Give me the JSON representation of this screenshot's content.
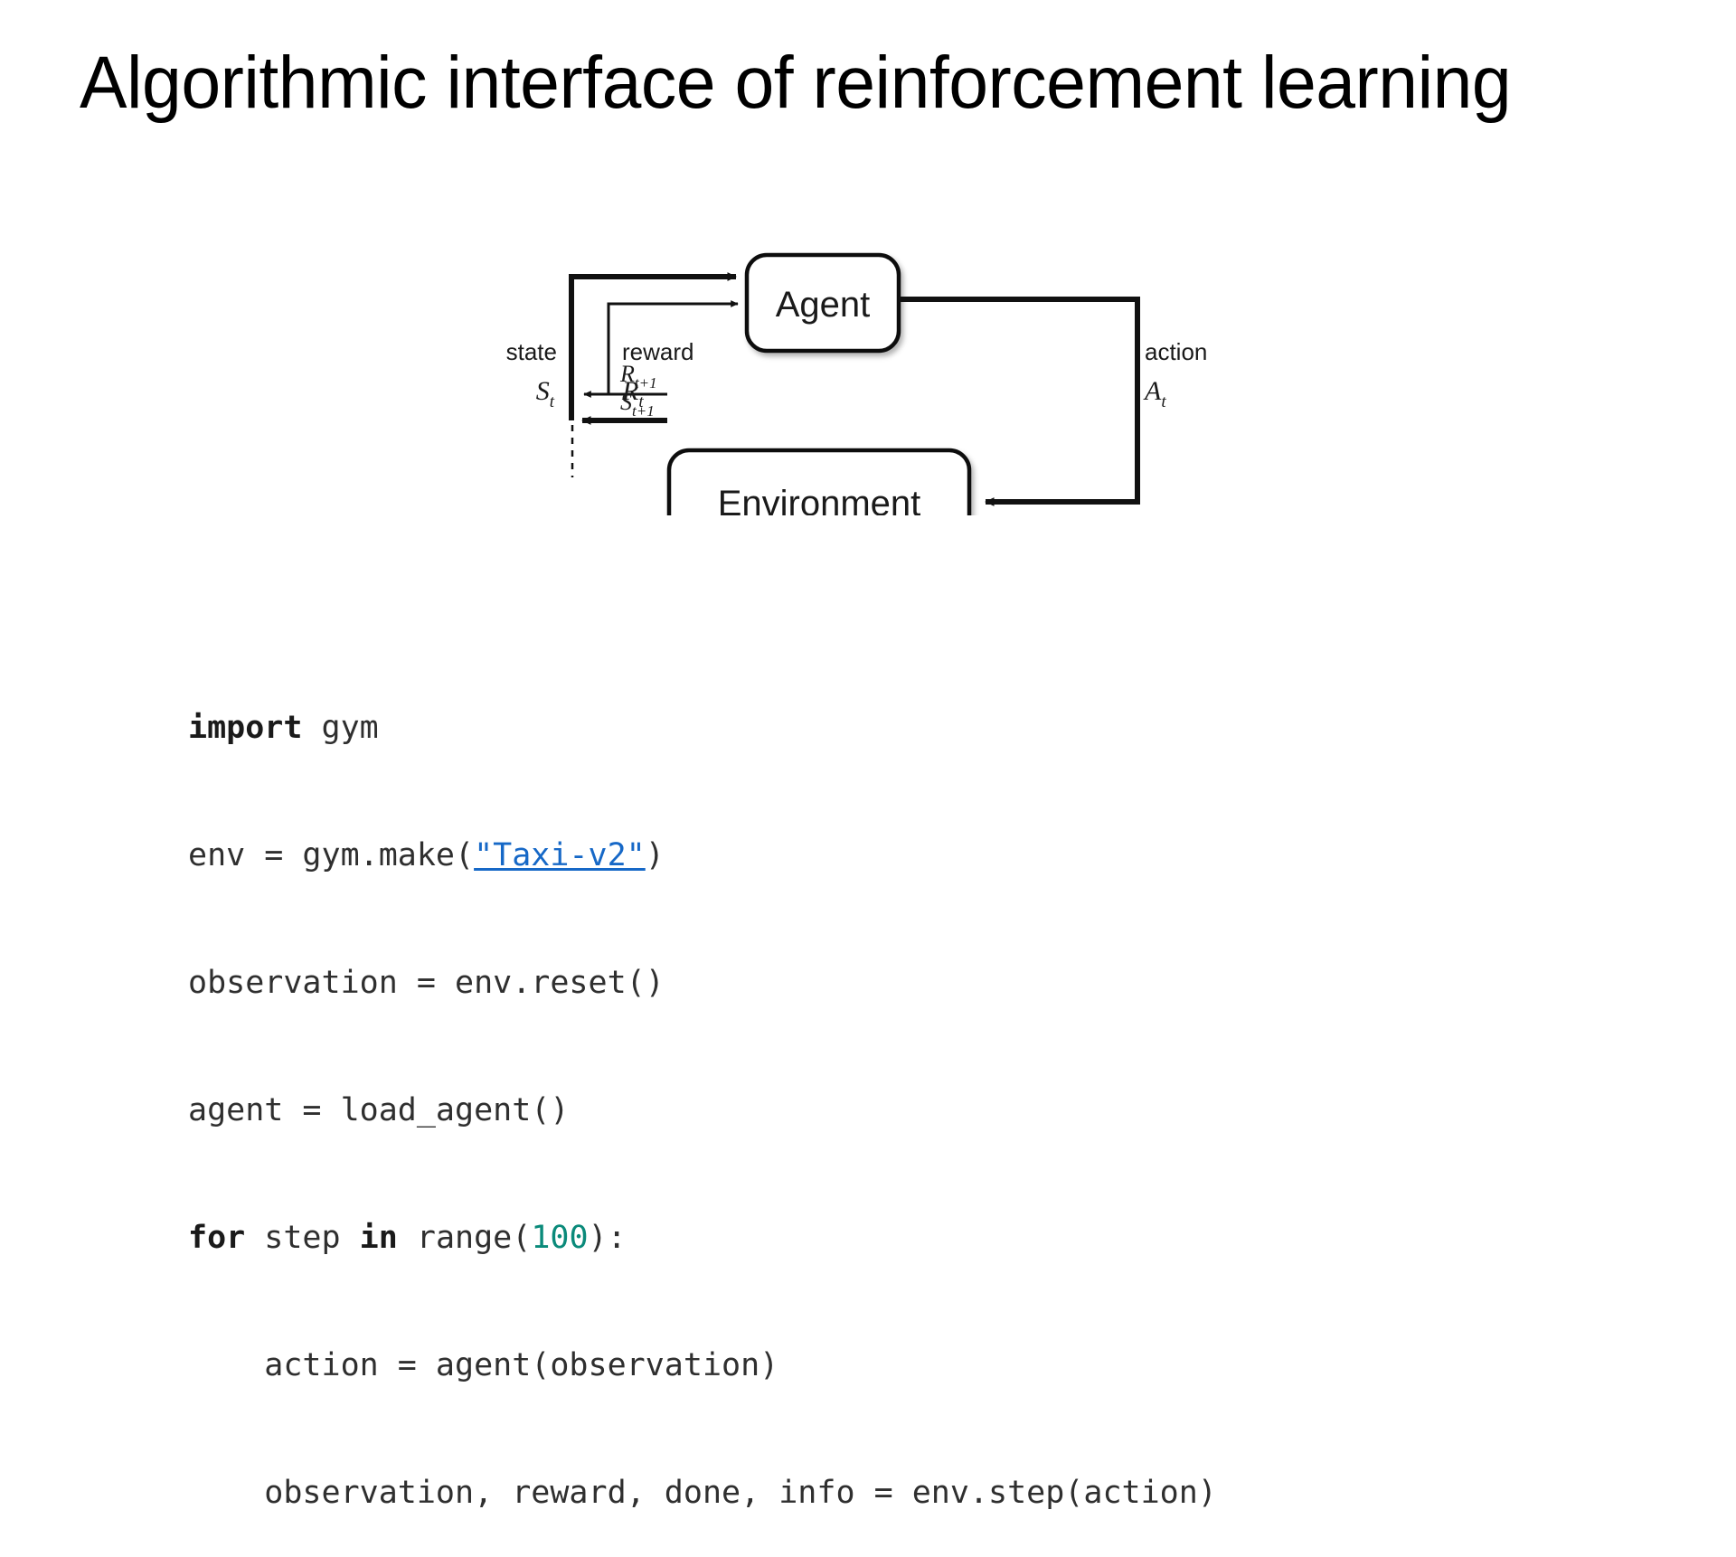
{
  "slide": {
    "title": "Algorithmic interface of reinforcement learning",
    "background_color": "#ffffff"
  },
  "diagram": {
    "name": "agent-environment-interaction-loop",
    "boxes": [
      {
        "id": "agent",
        "label": "Agent"
      },
      {
        "id": "environment",
        "label": "Environment"
      }
    ],
    "labels": {
      "state_word": "state",
      "state_symbol": "S",
      "state_subscript": "t",
      "reward_word": "reward",
      "reward_symbol": "R",
      "reward_subscript": "t",
      "action_word": "action",
      "action_symbol": "A",
      "action_subscript": "t",
      "next_reward_symbol": "R",
      "next_reward_subscript": "t+1",
      "next_state_symbol": "S",
      "next_state_subscript": "t+1"
    },
    "line_color": "#111111",
    "text_color": "#1a1a1a"
  },
  "code": {
    "language": "python",
    "keyword_color": "#1a1a1a",
    "string_color": "#1668c7",
    "number_color": "#0a8a7a",
    "text_color": "#2f2f2f",
    "lines": [
      {
        "id": "line-1",
        "plain": "import gym",
        "tokens": [
          {
            "t": "kw",
            "v": "import"
          },
          {
            "t": "plain",
            "v": " gym"
          }
        ]
      },
      {
        "id": "line-2",
        "plain": "env = gym.make(\"Taxi-v2\")",
        "tokens": [
          {
            "t": "plain",
            "v": "env = gym.make("
          },
          {
            "t": "str-link",
            "v": "\"Taxi-v2\""
          },
          {
            "t": "plain",
            "v": ")"
          }
        ]
      },
      {
        "id": "line-3",
        "plain": "observation = env.reset()",
        "tokens": [
          {
            "t": "plain",
            "v": "observation = env.reset()"
          }
        ]
      },
      {
        "id": "line-4",
        "plain": "agent = load_agent()",
        "tokens": [
          {
            "t": "plain",
            "v": "agent = load_agent()"
          }
        ]
      },
      {
        "id": "line-5",
        "plain": "for step in range(100):",
        "tokens": [
          {
            "t": "kw",
            "v": "for"
          },
          {
            "t": "plain",
            "v": " step "
          },
          {
            "t": "kw",
            "v": "in"
          },
          {
            "t": "plain",
            "v": " range("
          },
          {
            "t": "num",
            "v": "100"
          },
          {
            "t": "plain",
            "v": "):"
          }
        ]
      },
      {
        "id": "line-6",
        "plain": "    action = agent(observation)",
        "tokens": [
          {
            "t": "plain",
            "v": "    action = agent(observation)"
          }
        ]
      },
      {
        "id": "line-7",
        "plain": "    observation, reward, done, info = env.step(action)",
        "tokens": [
          {
            "t": "plain",
            "v": "    observation, reward, done, info = env.step(action)"
          }
        ]
      }
    ]
  }
}
